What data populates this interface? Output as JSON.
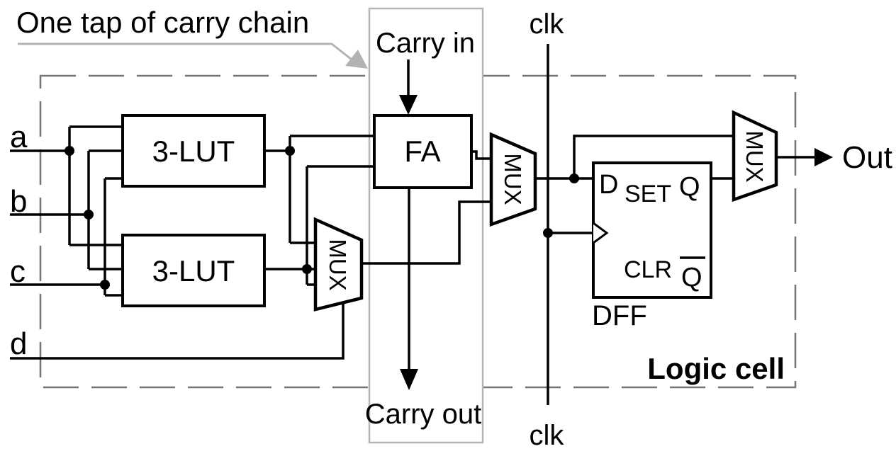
{
  "callout": {
    "label": "One tap of carry chain"
  },
  "carry_chain": {
    "carry_in": "Carry in",
    "carry_out": "Carry out"
  },
  "clock": {
    "top": "clk",
    "bottom": "clk"
  },
  "inputs": {
    "a": "a",
    "b": "b",
    "c": "c",
    "d": "d"
  },
  "output": {
    "label": "Out"
  },
  "blocks": {
    "lut_top": "3-LUT",
    "lut_bottom": "3-LUT",
    "full_adder": "FA",
    "mux": "MUX",
    "dff": {
      "label": "DFF",
      "pin_d": "D",
      "pin_set": "SET",
      "pin_q": "Q",
      "pin_clr": "CLR",
      "pin_qbar": "Q"
    }
  },
  "cell": {
    "label": "Logic cell"
  },
  "colors": {
    "wire": "#000000",
    "text": "#000000",
    "carry_box_stroke": "#b5b5b5",
    "dashed_border": "#757575",
    "callout_gray": "#b3b3b3",
    "background": "#ffffff"
  }
}
